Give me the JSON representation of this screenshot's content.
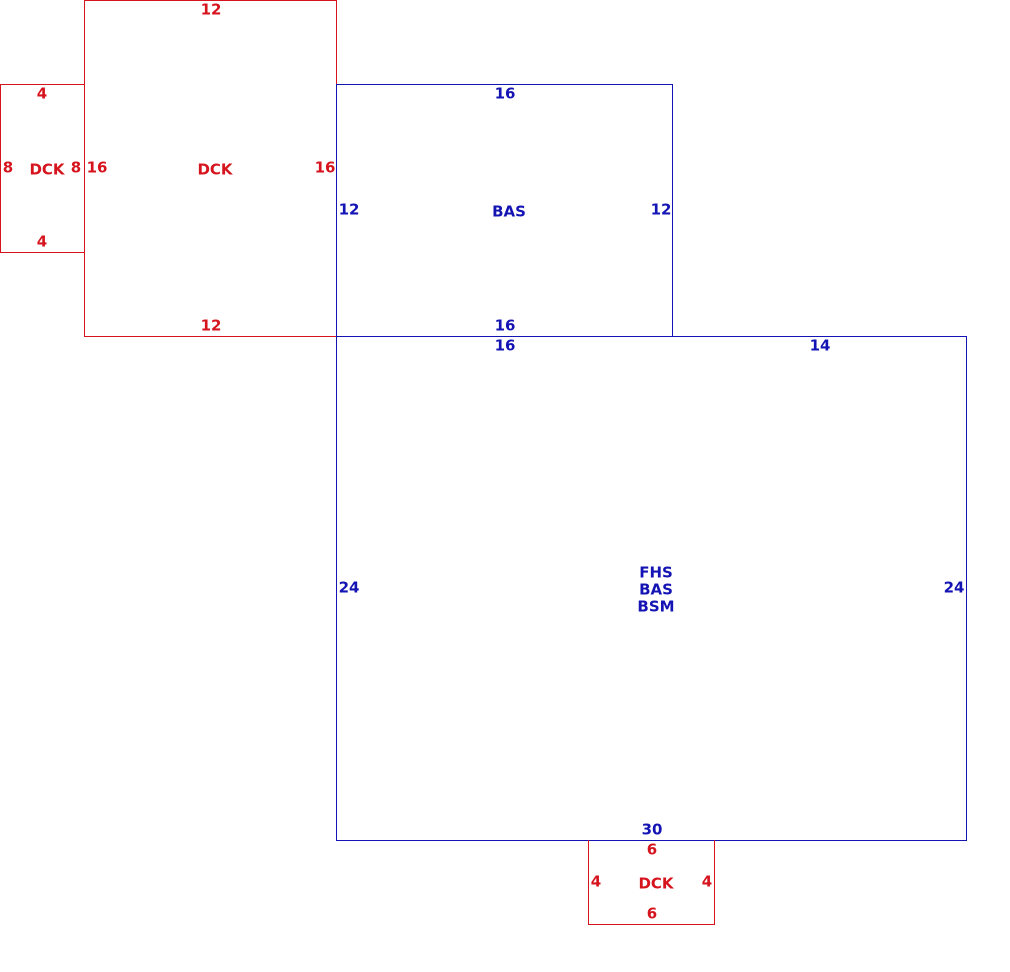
{
  "colors": {
    "deck": "#d6141e",
    "living": "#1414b4"
  },
  "areas": {
    "deck_small": {
      "name": "DCK",
      "top": "4",
      "bottom": "4",
      "left": "8",
      "right": "8"
    },
    "deck_large": {
      "name": "DCK",
      "top": "12",
      "bottom": "12",
      "left": "16",
      "right": "16"
    },
    "bas_upper": {
      "name": "BAS",
      "top": "16",
      "bottom": "16",
      "left": "12",
      "right": "12"
    },
    "main_block": {
      "names": [
        "FHS",
        "BAS",
        "BSM"
      ],
      "top_left_segment": "16",
      "top_right_segment": "14",
      "left": "24",
      "right": "24",
      "bottom": "30"
    },
    "deck_front": {
      "name": "DCK",
      "top": "6",
      "bottom": "6",
      "left": "4",
      "right": "4"
    }
  }
}
